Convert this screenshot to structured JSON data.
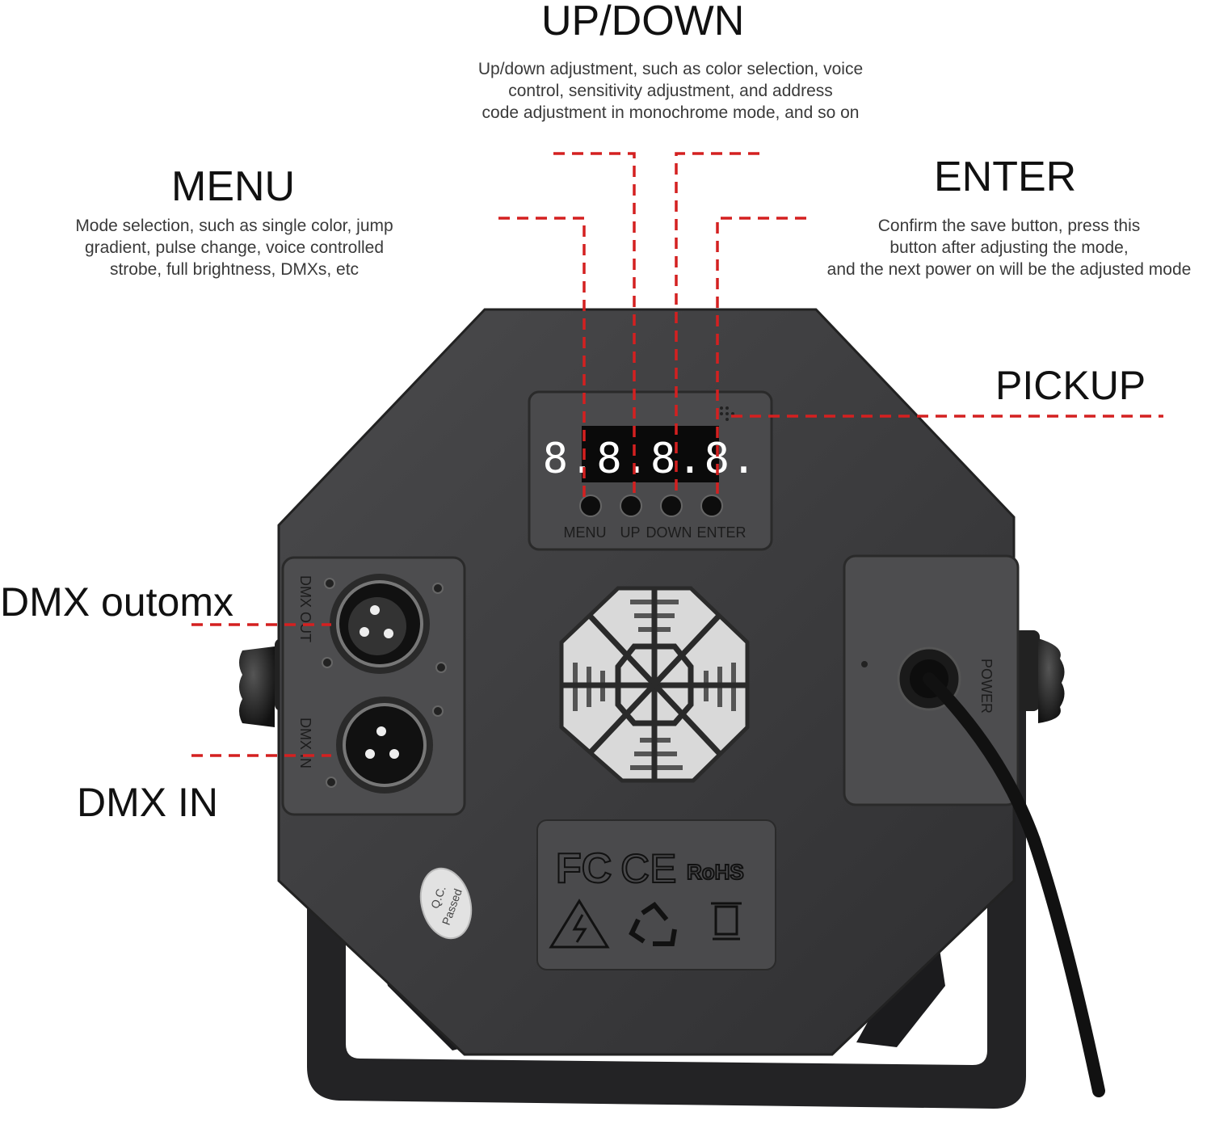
{
  "callouts": {
    "up_down": {
      "title": "UP/DOWN",
      "description": "Up/down adjustment, such as color selection, voice\ncontrol, sensitivity adjustment, and address\ncode adjustment in monochrome mode, and so on"
    },
    "menu": {
      "title": "MENU",
      "description": "Mode selection, such as single color, jump\ngradient, pulse change, voice controlled\nstrobe, full brightness, DMXs, etc"
    },
    "enter": {
      "title": "ENTER",
      "description": "Confirm the save button, press this\nbutton after adjusting the mode,\nand the next power on will be the adjusted mode"
    },
    "pickup": {
      "title": "PICKUP"
    },
    "dmx_out": {
      "title": "DMX outomx"
    },
    "dmx_in": {
      "title": "DMX IN"
    }
  },
  "device": {
    "display_value": "8.8.8.8.",
    "button_labels": [
      "MENU",
      "UP",
      "DOWN",
      "ENTER"
    ],
    "port_out_label": "DMX OUT",
    "port_in_label": "DMX IN",
    "power_label": "POWER",
    "qc_sticker_line1": "Q.C.",
    "qc_sticker_line2": "Passed",
    "certifications": [
      "FC",
      "CE",
      "RoHS"
    ]
  },
  "colors": {
    "leader_line": "#d42020",
    "housing": "#3c3c3e",
    "display_digits": "#ffffff"
  }
}
